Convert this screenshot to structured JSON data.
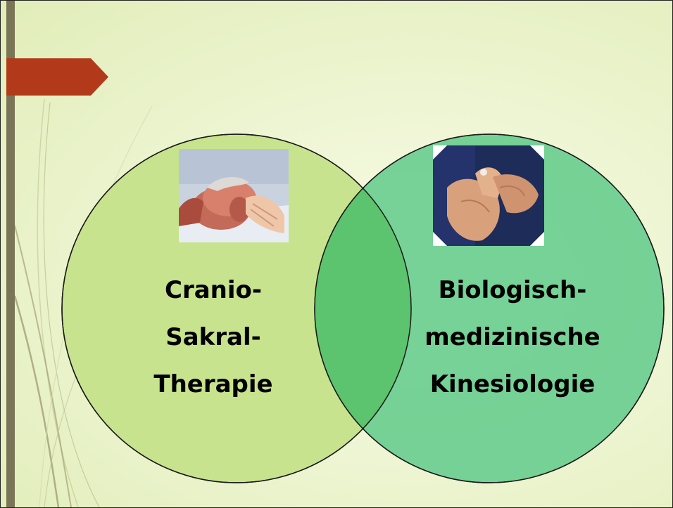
{
  "diagram": {
    "type": "venn",
    "sets": [
      {
        "label_lines": [
          "Cranio-",
          "Sakral-",
          "Therapie"
        ],
        "color": "#c7e38d",
        "image": "craniosacral-treatment-photo"
      },
      {
        "label_lines": [
          "Biologisch-",
          "medizinische",
          "Kinesiologie"
        ],
        "color": "#64cc8c",
        "image": "kinesiology-hands-photo"
      }
    ],
    "intersection_color": "#5cc46e"
  },
  "theme": {
    "accent_arrow": "#b23a1a",
    "rail": "#7a7556",
    "background": "#eef5d3"
  }
}
